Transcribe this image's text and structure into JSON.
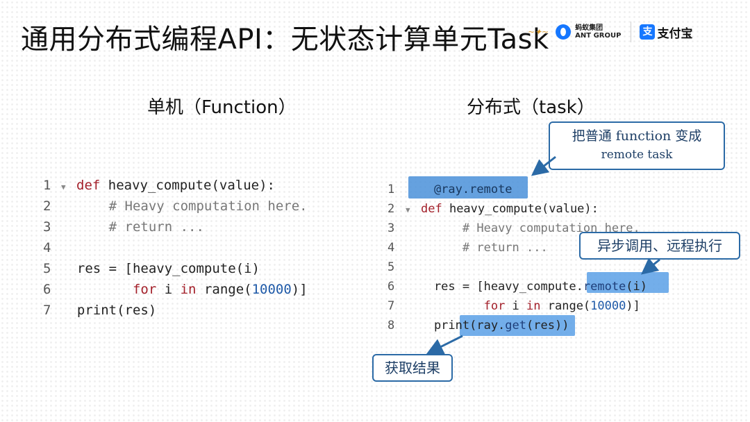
{
  "slide": {
    "title": "通用分布式编程API：无状态计算单元Task",
    "logos": {
      "ant_group": [
        "蚂蚁集团",
        "ANT GROUP"
      ],
      "alipay": "支付宝"
    }
  },
  "left": {
    "heading": "单机（Function）",
    "code": [
      {
        "n": "1",
        "text": "def heavy_compute(value):"
      },
      {
        "n": "2",
        "text": "    # Heavy computation here."
      },
      {
        "n": "3",
        "text": "    # return ..."
      },
      {
        "n": "4",
        "text": ""
      },
      {
        "n": "5",
        "text": "res = [heavy_compute(i)"
      },
      {
        "n": "6",
        "text": "         for i in range(10000)]"
      },
      {
        "n": "7",
        "text": "print(res)"
      }
    ]
  },
  "right": {
    "heading": "分布式（task）",
    "code": [
      {
        "n": "1",
        "text": "@ray.remote"
      },
      {
        "n": "2",
        "text": "def heavy_compute(value):"
      },
      {
        "n": "3",
        "text": "    # Heavy computation here."
      },
      {
        "n": "4",
        "text": "    # return ..."
      },
      {
        "n": "5",
        "text": ""
      },
      {
        "n": "6",
        "text": "res = [heavy_compute.remote(i)"
      },
      {
        "n": "7",
        "text": "         for i in range(10000)]"
      },
      {
        "n": "8",
        "text": "print(ray.get(res))"
      }
    ]
  },
  "callouts": {
    "remote_task": [
      "把普通 function 变成",
      "remote task"
    ],
    "async": "异步调用、远程执行",
    "get_result": "获取结果"
  },
  "colors": {
    "keyword": "#a3202a",
    "number": "#1f5aa8",
    "highlight": "#4a90d9",
    "callout_border": "#2b6aa6"
  }
}
